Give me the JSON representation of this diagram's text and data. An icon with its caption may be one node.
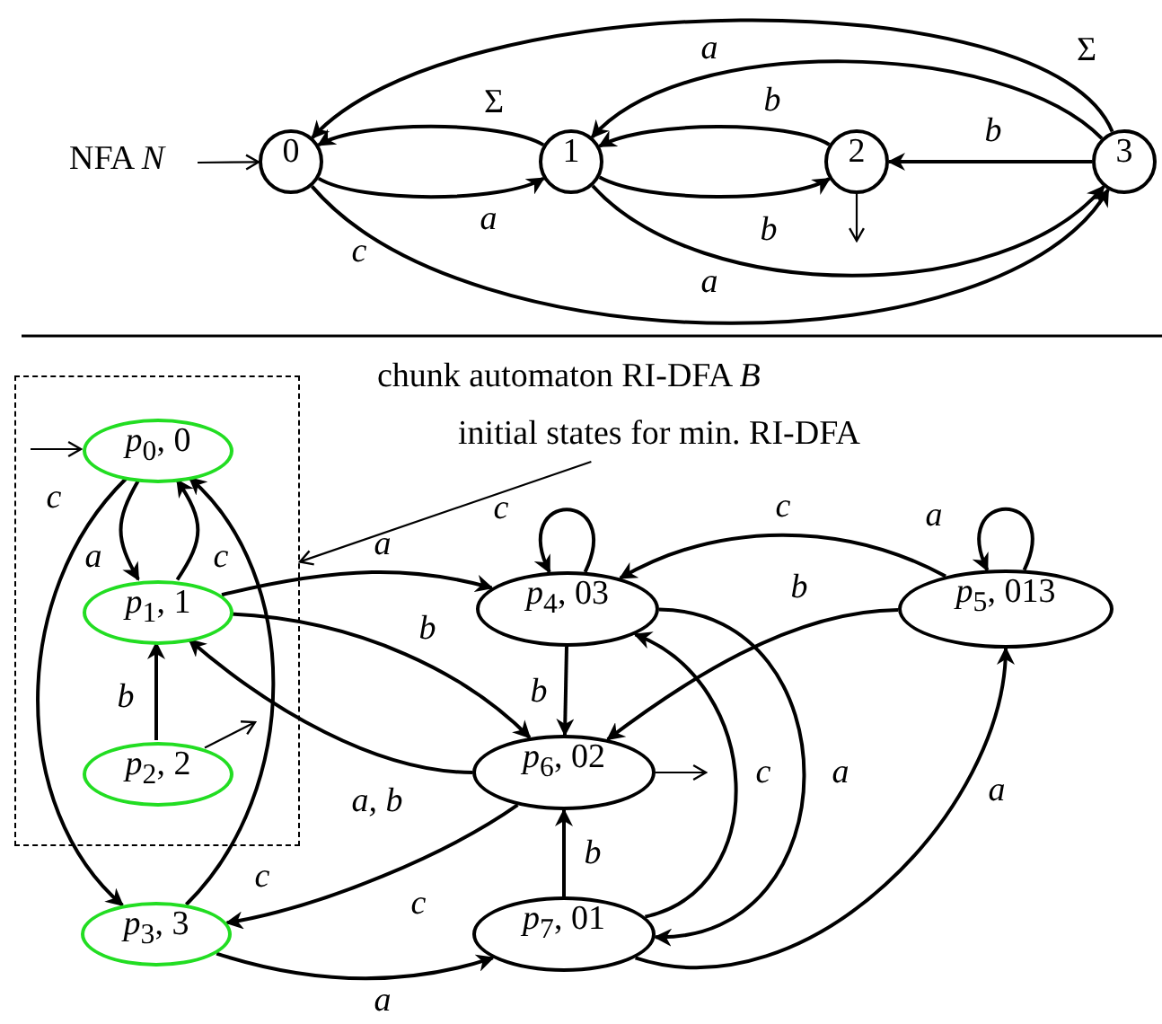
{
  "diagram": {
    "nodes": [
      {
        "text": [
          "NFA *N*"
        ]
      },
      {
        "text": [
          "0"
        ]
      },
      {
        "text": [
          "1"
        ]
      },
      {
        "text": [
          "2"
        ]
      },
      {
        "text": [
          "3"
        ]
      },
      {
        "text": [
          "initial states for min. RI-DFA"
        ]
      },
      {
        "text": [],
        "shape": "box"
      },
      {
        "text": [
          "*p*$_{0}$, 0"
        ],
        "in": 6
      },
      {
        "text": [
          "*p*$_{1}$, 1"
        ],
        "in": 6
      },
      {
        "text": [
          "*p*$_{2}$, 2"
        ],
        "in": 6
      },
      {
        "text": [
          "*p*$_{3}$, 3"
        ]
      },
      {
        "text": [
          "*p*$_{4}$, 03"
        ]
      },
      {
        "text": [
          "*p*$_{5}$, 013"
        ]
      },
      {
        "text": [
          "*p*$_{6}$, 02"
        ]
      },
      {
        "text": [
          "*p*$_{7}$, 01"
        ]
      }
    ],
    "edges": [
      {
        "from": 0,
        "to": 1,
        "arrow": "to"
      },
      {
        "from": 1,
        "to": 2,
        "arrow": "to",
        "label": "a"
      },
      {
        "from": 2,
        "to": 1,
        "arrow": "to",
        "label": "Σ"
      },
      {
        "from": 2,
        "to": 3,
        "arrow": "to",
        "label": "b"
      },
      {
        "from": 3,
        "to": 2,
        "arrow": "to",
        "label": "b"
      },
      {
        "from": 4,
        "to": 3,
        "arrow": "to",
        "label": "b"
      },
      {
        "from": 4,
        "to": 2,
        "arrow": "to",
        "label": "a"
      },
      {
        "from": 4,
        "to": 1,
        "arrow": "to",
        "label": "Σ"
      },
      {
        "from": 2,
        "to": 4,
        "arrow": "to",
        "label": "a"
      },
      {
        "from": 1,
        "to": 4,
        "arrow": "to",
        "label": "c"
      },
      {
        "from": 3,
        "to": null,
        "arrow": "to"
      },
      {
        "from": 5,
        "to": 6,
        "arrow": "to"
      },
      {
        "from": null,
        "to": 7,
        "arrow": "to"
      },
      {
        "from": 7,
        "to": 8,
        "arrow": "to",
        "label": "a"
      },
      {
        "from": 8,
        "to": 7,
        "arrow": "to",
        "label": "c"
      },
      {
        "from": 7,
        "to": 10,
        "arrow": "to",
        "label": "c"
      },
      {
        "from": 10,
        "to": 7,
        "arrow": "to",
        "label": "c"
      },
      {
        "from": 9,
        "to": 8,
        "arrow": "to",
        "label": "b"
      },
      {
        "from": 9,
        "to": null,
        "arrow": "to"
      },
      {
        "from": 8,
        "to": 11,
        "arrow": "to",
        "label": "a"
      },
      {
        "from": 8,
        "to": 13,
        "arrow": "to",
        "label": "b"
      },
      {
        "from": 13,
        "to": 8,
        "arrow": "to",
        "label": "a, b"
      },
      {
        "from": 13,
        "to": 10,
        "arrow": "to",
        "label": "c"
      },
      {
        "from": 10,
        "to": 14,
        "arrow": "to",
        "label": "a"
      },
      {
        "from": 11,
        "to": 11,
        "arrow": "to",
        "label": "c"
      },
      {
        "from": 11,
        "to": 13,
        "arrow": "to",
        "label": "b"
      },
      {
        "from": 13,
        "to": null,
        "arrow": "to"
      },
      {
        "from": 12,
        "to": 12,
        "arrow": "to",
        "label": "a"
      },
      {
        "from": 12,
        "to": 11,
        "arrow": "to",
        "label": "c"
      },
      {
        "from": 12,
        "to": 13,
        "arrow": "to",
        "label": "b"
      },
      {
        "from": 14,
        "to": 13,
        "arrow": "to",
        "label": "b"
      },
      {
        "from": 14,
        "to": 11,
        "arrow": "to",
        "label": "c"
      },
      {
        "from": 11,
        "to": 14,
        "arrow": "to",
        "label": "a"
      },
      {
        "from": 14,
        "to": 12,
        "arrow": "to",
        "label": "a"
      }
    ],
    "labels": [
      "chunk automaton RI-DFA *B*"
    ]
  }
}
